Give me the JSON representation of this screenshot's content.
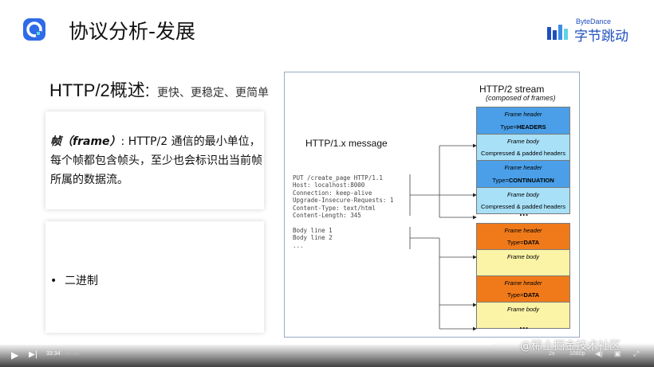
{
  "header": {
    "title": "协议分析-发展",
    "brand_small": "ByteDance",
    "brand_big": "字节跳动",
    "brand_color": "#1f4fbf"
  },
  "subtitle": {
    "main": "HTTP/2概述",
    "colon": ":",
    "sub": "更快、更稳定、更简单"
  },
  "card1": {
    "term": "帧（frame）",
    "text": ": HTTP/2 通信的最小单位，每个帧都包含帧头，至少也会标识出当前帧所属的数据流。"
  },
  "card2": {
    "bullet": "•",
    "item": "二进制"
  },
  "diagram": {
    "stream_title": "HTTP/2 stream",
    "stream_subtitle": "(composed of frames)",
    "message_title": "HTTP/1.x message",
    "headers_code": "PUT /create_page HTTP/1.1\nHost: localhost:8000\nConnection: keep-alive\nUpgrade-Insecure-Requests: 1\nContent-Type: text/html\nContent-Length: 345",
    "body_code": "Body line 1\nBody line 2\n...",
    "frames": [
      {
        "line1": "Frame header",
        "line2_prefix": "Type=",
        "line2_bold": "HEADERS",
        "color": "#4a9fe8"
      },
      {
        "line1": "Frame body",
        "line2_prefix": "",
        "line2_bold": "",
        "line2_plain": "Compressed & padded headers",
        "color": "#a8e0f8"
      },
      {
        "line1": "Frame header",
        "line2_prefix": "Type=",
        "line2_bold": "CONTINUATION",
        "color": "#4a9fe8"
      },
      {
        "line1": "Frame body",
        "line2_prefix": "",
        "line2_bold": "",
        "line2_plain": "Compressed & padded headers",
        "color": "#a8e0f8"
      },
      {
        "line1": "Frame header",
        "line2_prefix": "Type=",
        "line2_bold": "DATA",
        "color": "#f07a1a"
      },
      {
        "line1": "Frame body",
        "line2_prefix": "",
        "line2_bold": "",
        "line2_plain": "",
        "color": "#fbf3a6"
      },
      {
        "line1": "Frame header",
        "line2_prefix": "Type=",
        "line2_bold": "DATA",
        "color": "#f07a1a"
      },
      {
        "line1": "Frame body",
        "line2_prefix": "",
        "line2_bold": "",
        "line2_plain": "",
        "color": "#fbf3a6"
      }
    ],
    "ellipsis": "..."
  },
  "player": {
    "current_time": "33:34",
    "duration": "/ 44:33",
    "speed": "2x",
    "quality": "1080p",
    "progress_fraction": 0.753
  },
  "watermark": "@稀土掘金技术社区"
}
